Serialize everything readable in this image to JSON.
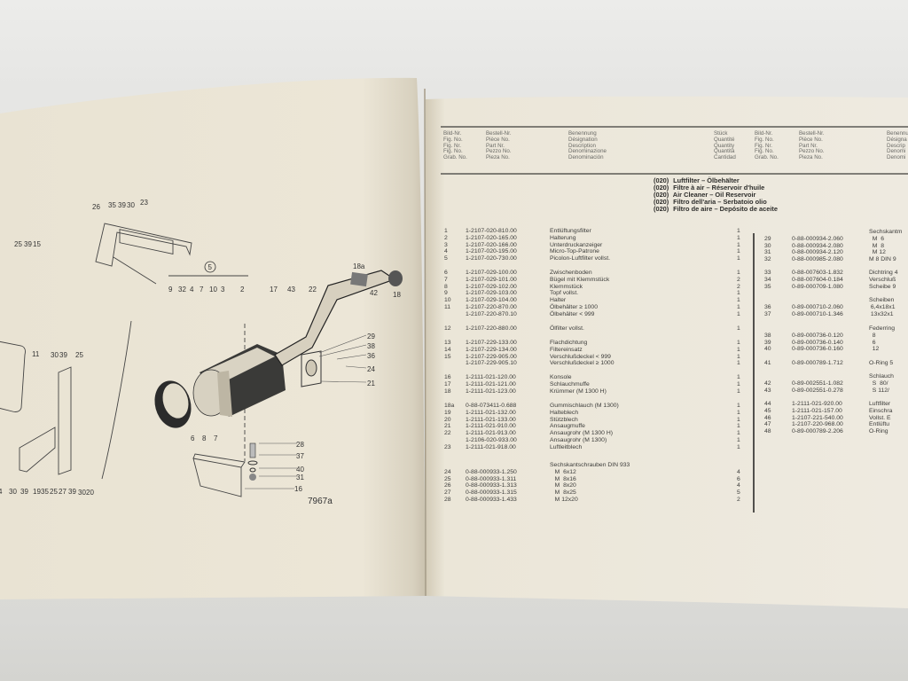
{
  "header": {
    "fig_no": [
      "Bild-Nr.",
      "Fig. No.",
      "Fig. Nr.",
      "Fig. No.",
      "Grab. No."
    ],
    "part_no": [
      "Bestell-Nr.",
      "Pièce No.",
      "Part Nr.",
      "Pezzo No.",
      "Pieza No."
    ],
    "description": [
      "Benennung",
      "Désignation",
      "Description",
      "Denominazione",
      "Denominación"
    ],
    "quantity": [
      "Stück",
      "Quantité",
      "Quantity",
      "Quantità",
      "Cantidad"
    ],
    "fig_no_2": [
      "Bild-Nr.",
      "Fig. No.",
      "Fig. Nr.",
      "Fig. No.",
      "Grab. No."
    ],
    "part_no_2": [
      "Bestell-Nr.",
      "Pièce No.",
      "Part Nr.",
      "Pezzo No.",
      "Pieza No."
    ],
    "description_2": [
      "Benennu",
      "Désigna",
      "Descrip",
      "Denomi",
      "Denomi"
    ]
  },
  "section_titles": [
    {
      "code": "(020)",
      "text": "Luftfilter – Ölbehälter"
    },
    {
      "code": "(020)",
      "text": "Filtre à air – Réservoir d'huile"
    },
    {
      "code": "(020)",
      "text": "Air Cleaner – Oil Reservoir"
    },
    {
      "code": "(020)",
      "text": "Filtro dell'aria – Serbatoio olio"
    },
    {
      "code": "(020)",
      "text": "Filtro de aire – Depósito de aceite"
    }
  ],
  "parts_left": [
    [
      [
        "1",
        "1-2107-020-810.00",
        "Entlüftungsfilter",
        "1"
      ],
      [
        "2",
        "1-2107-020-165.00",
        "Halterung",
        "1"
      ],
      [
        "3",
        "1-2107-020-166.00",
        "Unterdruckanzeiger",
        "1"
      ],
      [
        "4",
        "1-2107-020-195.00",
        "Micro-Top-Patrone",
        "1"
      ],
      [
        "5",
        "1-2107-020-730.00",
        "Picolon-Luftfilter vollst.",
        "1"
      ]
    ],
    [
      [
        "6",
        "1-2107-029-100.00",
        "Zwischenboden",
        "1"
      ],
      [
        "7",
        "1-2107-029-101.00",
        "Bügel mit Klemmstück",
        "2"
      ],
      [
        "8",
        "1-2107-029-102.00",
        "Klemmstück",
        "2"
      ],
      [
        "9",
        "1-2107-029-103.00",
        "Topf vollst.",
        "1"
      ],
      [
        "10",
        "1-2107-029-104.00",
        "Halter",
        "1"
      ],
      [
        "11",
        "1-2107-220-870.00",
        "Ölbehälter ≥ 1000",
        "1"
      ],
      [
        "",
        "1-2107-220-870.10",
        "Ölbehälter < 999",
        "1"
      ]
    ],
    [
      [
        "12",
        "1-2107-220-880.00",
        "Ölfilter vollst.",
        "1"
      ]
    ],
    [
      [
        "13",
        "1-2107-229-133.00",
        "Flachdichtung",
        "1"
      ],
      [
        "14",
        "1-2107-229-134.00",
        "Filtereinsatz",
        "1"
      ],
      [
        "15",
        "1-2107-229-905.00",
        "Verschlußdeckel < 999",
        "1"
      ],
      [
        "",
        "1-2107-229-905.10",
        "Verschlußdeckel ≥ 1000",
        "1"
      ]
    ],
    [
      [
        "16",
        "1-2111-021-120.00",
        "Konsole",
        "1"
      ],
      [
        "17",
        "1-2111-021-121.00",
        "Schlauchmuffe",
        "1"
      ],
      [
        "18",
        "1-2111-021-123.00",
        "Krümmer (M 1300 H)",
        "1"
      ]
    ],
    [
      [
        "18a",
        "0-88-073411-0.688",
        "Gummischlauch (M 1300)",
        "1"
      ],
      [
        "19",
        "1-2111-021-132.00",
        "Halteblech",
        "1"
      ],
      [
        "20",
        "1-2111-021-133.00",
        "Stützblech",
        "1"
      ],
      [
        "21",
        "1-2111-021-910.00",
        "Ansaugmuffe",
        "1"
      ],
      [
        "22",
        "1-2111-021-913.00",
        "Ansaugrohr (M 1300 H)",
        "1"
      ],
      [
        "",
        "1-2106-020-933.00",
        "Ansaugrohr (M 1300)",
        "1"
      ],
      [
        "23",
        "1-2111-021-918.00",
        "Luftleitblech",
        "1"
      ]
    ],
    [
      [
        "",
        "",
        "Sechskantschrauben DIN 933",
        ""
      ],
      [
        "24",
        "0-88-000933-1.250",
        "   M  6x12",
        "4"
      ],
      [
        "25",
        "0-88-000933-1.311",
        "   M  8x16",
        "6"
      ],
      [
        "26",
        "0-88-000933-1.313",
        "   M  8x20",
        "4"
      ],
      [
        "27",
        "0-88-000933-1.315",
        "   M  8x25",
        "5"
      ],
      [
        "28",
        "0-88-000933-1.433",
        "   M 12x20",
        "2"
      ]
    ]
  ],
  "parts_right": [
    [
      [
        "",
        "",
        "Sechskantm"
      ],
      [
        "29",
        "0-88-000934-2.060",
        "  M  6"
      ],
      [
        "30",
        "0-88-000934-2.080",
        "  M  8"
      ],
      [
        "31",
        "0-88-000934-2.120",
        "  M 12"
      ],
      [
        "32",
        "0-88-000985-2.080",
        "M 8 DIN 9"
      ]
    ],
    [
      [
        "33",
        "0-88-007603-1.832",
        "Dichtring 4"
      ],
      [
        "34",
        "0-88-007604-0.184",
        "Verschluß"
      ],
      [
        "35",
        "0-89-000709-1.080",
        "Scheibe 9"
      ]
    ],
    [
      [
        "",
        "",
        "Scheiben"
      ],
      [
        "36",
        "0-89-000710-2.060",
        " 6,4x18x1"
      ],
      [
        "37",
        "0-89-000710-1.346",
        " 13x32x1"
      ]
    ],
    [
      [
        "",
        "",
        "Federring"
      ],
      [
        "38",
        "0-89-000736-0.120",
        "  8"
      ],
      [
        "39",
        "0-89-000736-0.140",
        "  6"
      ],
      [
        "40",
        "0-89-000736-0.160",
        "  12"
      ]
    ],
    [
      [
        "41",
        "0-89-000789-1.712",
        "O-Ring 5"
      ]
    ],
    [
      [
        "",
        "",
        "Schlauch"
      ],
      [
        "42",
        "0-89-002551-1.082",
        "  S  80/"
      ],
      [
        "43",
        "0-89-002551-0.278",
        "  S 112/"
      ]
    ],
    [
      [
        "44",
        "1-2111-021-920.00",
        "Luftfilter"
      ],
      [
        "45",
        "1-2111-021-157.00",
        "Einschra"
      ],
      [
        "46",
        "1-2107-221-540.00",
        "Vollst. E"
      ],
      [
        "47",
        "1-2107-220-968.00",
        "Entlüftu"
      ],
      [
        "48",
        "0-89-000789-2.206",
        "O-Ring"
      ]
    ]
  ],
  "diagram": {
    "drawing_no": "7967a",
    "group_marker": "5",
    "labels": [
      "26",
      "35",
      "39",
      "30",
      "23",
      "25",
      "39",
      "15",
      "9",
      "32",
      "4",
      "7",
      "10",
      "3",
      "2",
      "17",
      "43",
      "22",
      "18a",
      "42",
      "18",
      "29",
      "38",
      "36",
      "24",
      "21",
      "11",
      "30",
      "39",
      "25",
      "6",
      "8",
      "7",
      "28",
      "37",
      "40",
      "31",
      "16",
      "4",
      "30",
      "39",
      "19",
      "35",
      "25",
      "27",
      "39",
      "30",
      "20"
    ]
  }
}
